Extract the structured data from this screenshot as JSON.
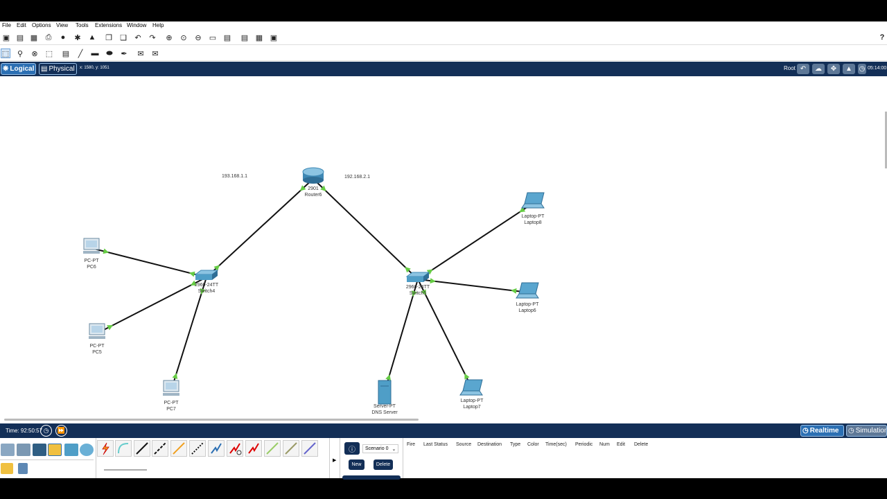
{
  "menu": [
    "File",
    "Edit",
    "Options",
    "View",
    "Tools",
    "Extensions",
    "Window",
    "Help"
  ],
  "help_icon": "?",
  "view_tabs": {
    "logical": "Logical",
    "physical": "Physical"
  },
  "coordinates": "x: 1580, y: 1051",
  "root_label": "Root",
  "clock": "05:14:00",
  "time": "Time: 92:50:57",
  "mode": {
    "realtime": "Realtime",
    "simulation": "Simulation"
  },
  "scenario": {
    "name": "Scenario 0",
    "new_label": "New",
    "delete_label": "Delete"
  },
  "pdu_columns": [
    "Fire",
    "Last Status",
    "Source",
    "Destination",
    "Type",
    "Color",
    "Time(sec)",
    "Periodic",
    "Num",
    "Edit",
    "Delete"
  ],
  "devices": [
    {
      "id": "router",
      "model": "2901",
      "name": "Router6",
      "type": "router"
    },
    {
      "id": "switch4",
      "model": "2960-24TT",
      "name": "Switch4",
      "type": "switch"
    },
    {
      "id": "switch5",
      "model": "2960-24TT",
      "name": "Switch5",
      "type": "switch"
    },
    {
      "id": "pc6",
      "model": "PC-PT",
      "name": "PC6",
      "type": "pc"
    },
    {
      "id": "pc5",
      "model": "PC-PT",
      "name": "PC5",
      "type": "pc"
    },
    {
      "id": "pc7",
      "model": "PC-PT",
      "name": "PC7",
      "type": "pc"
    },
    {
      "id": "server",
      "model": "Server-PT",
      "name": "DNS Server",
      "type": "server"
    },
    {
      "id": "laptop7",
      "model": "Laptop-PT",
      "name": "Laptop7",
      "type": "laptop"
    },
    {
      "id": "laptop6",
      "model": "Laptop-PT",
      "name": "Laptop6",
      "type": "laptop"
    },
    {
      "id": "laptop8",
      "model": "Laptop-PT",
      "name": "Laptop8",
      "type": "laptop"
    }
  ],
  "ip_labels": {
    "left": "193.168.1.1",
    "right": "192.168.2.1"
  },
  "links": [
    [
      "router",
      "switch4"
    ],
    [
      "router",
      "switch5"
    ],
    [
      "switch4",
      "pc6"
    ],
    [
      "switch4",
      "pc5"
    ],
    [
      "switch4",
      "pc7"
    ],
    [
      "switch5",
      "server"
    ],
    [
      "switch5",
      "laptop7"
    ],
    [
      "switch5",
      "laptop6"
    ],
    [
      "switch5",
      "laptop8"
    ]
  ],
  "colors": {
    "header_bar": "#132f57",
    "active_tab": "#2b6fb3",
    "link": "#111111",
    "link_up": "#66cc44",
    "device": "#4f9ec7"
  }
}
